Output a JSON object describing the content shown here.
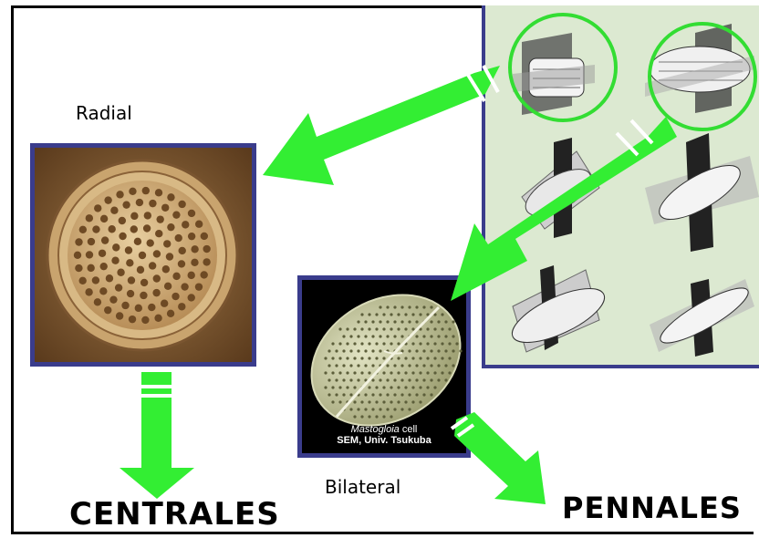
{
  "labels": {
    "radial": "Radial",
    "bilateral": "Bilateral",
    "centrales": "CENTRALES",
    "pennales": "PENNALES"
  },
  "bilateral_image": {
    "caption_italic": "Mastogloia",
    "caption_rest": " cell",
    "credit": "SEM, Univ. Tsukuba"
  },
  "colors": {
    "arrow": "#33ee33",
    "frame_border": "#3a3c8c",
    "symmetry_panel_bg": "#dce9d1",
    "highlight_ring": "#33dd33"
  }
}
